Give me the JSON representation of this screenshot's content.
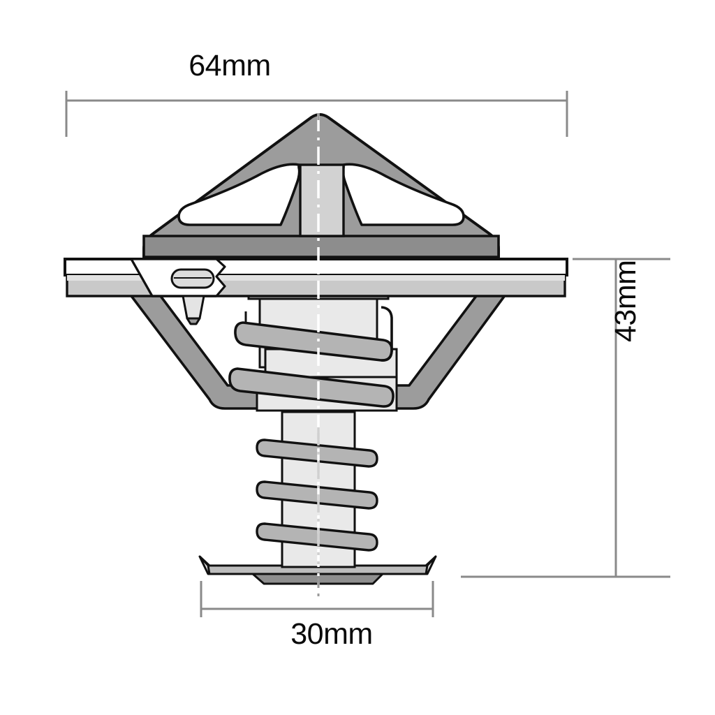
{
  "figure": {
    "kind": "engineering-dimension-drawing",
    "subject": "engine-coolant-thermostat",
    "background_color": "#ffffff",
    "line_color": "#000000",
    "dimension_line_color": "#808080",
    "centerline_color": "#bfbfbf"
  },
  "dimensions": {
    "width": {
      "label": "64mm",
      "value": 64,
      "unit": "mm",
      "orientation": "horizontal",
      "position": "top",
      "measures": "flange-outer-diameter"
    },
    "height": {
      "label": "43mm",
      "value": 43,
      "unit": "mm",
      "orientation": "vertical",
      "position": "right",
      "rotation_deg": -90,
      "measures": "flange-to-valve-plate-height"
    },
    "bottom": {
      "label": "30mm",
      "value": 30,
      "unit": "mm",
      "orientation": "horizontal",
      "position": "bottom",
      "measures": "lower-valve-plate-diameter"
    }
  },
  "colors": {
    "outline": "#111111",
    "bracket_gray": "#9c9c9c",
    "body_gray": "#c9c9c9",
    "spring_gray": "#b4b4b4",
    "light_fill": "#e4e4e4",
    "white_fill": "#ffffff",
    "dim_gray": "#8a8a8a"
  },
  "parts": [
    {
      "name": "top-bracket-frame",
      "description": "triangular spring retainer frame"
    },
    {
      "name": "center-pin",
      "description": "vertical stem through bracket apex"
    },
    {
      "name": "mounting-flange",
      "description": "wide horizontal sealing flange"
    },
    {
      "name": "jiggle-pin-valve",
      "description": "small air bleed pin on left of flange"
    },
    {
      "name": "conical-valve-body",
      "description": "funnel shaped lower housing"
    },
    {
      "name": "upper-coil-spring",
      "description": "large coil spring inside cone"
    },
    {
      "name": "wax-element-cylinder",
      "description": "central piston cylinder"
    },
    {
      "name": "lower-coil-spring",
      "description": "three coil spring on lower shaft"
    },
    {
      "name": "lower-valve-plate",
      "description": "bottom sealing disc"
    },
    {
      "name": "centerline",
      "description": "dash-dot vertical axis of symmetry"
    }
  ]
}
